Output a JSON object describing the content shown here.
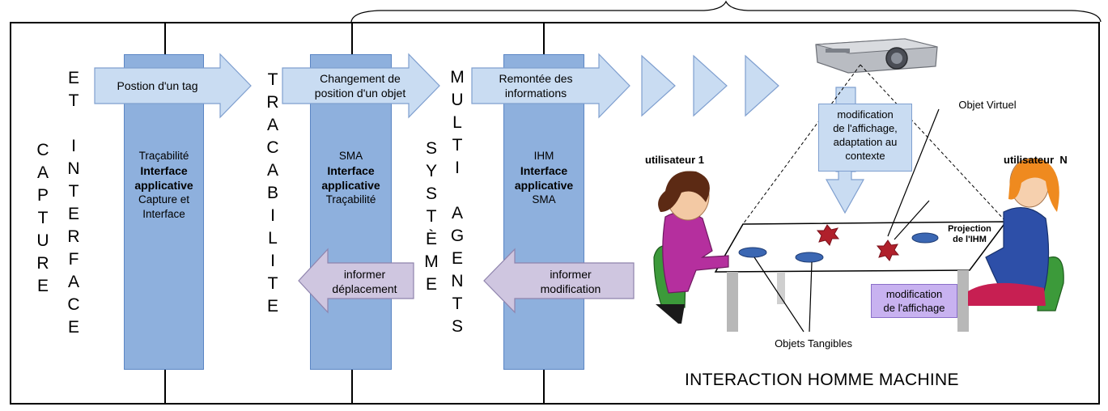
{
  "columns": {
    "capture": "C\nA\nP\nT\nU\nR\nE",
    "interface": "E\nT\n\nI\nN\nT\nE\nR\nF\nA\nC\nE",
    "tracabilite": "T\nR\nA\nC\nA\nB\nI\nL\nI\nT\nE",
    "systeme": "S\nY\nS\nT\nÈ\nM\nE",
    "multi_agents": "M\nU\nL\nT\nI\n\nA\nG\nE\nN\nT\nS"
  },
  "pillars": [
    {
      "title": "Traçabilité",
      "bold": "Interface applicative",
      "sub": "Capture et Interface"
    },
    {
      "title": "SMA",
      "bold": "Interface applicative",
      "sub": "Traçabilité"
    },
    {
      "title": "IHM",
      "bold": "Interface applicative",
      "sub": "SMA"
    }
  ],
  "arrows_right": [
    "Postion d'un tag",
    "Changement de\nposition d'un objet",
    "Remontée des\ninformations"
  ],
  "arrows_left": [
    "informer\ndéplacement",
    "informer\nmodification"
  ],
  "scene": {
    "display_change": "modification\nde l'affichage,\nadaptation au\ncontexte",
    "virtual_object": "Objet Virtuel",
    "user1": "utilisateur 1",
    "userN": "utilisateur  N",
    "projection": "Projection\nde l'IHM",
    "display_mod": "modification\nde l'affichage",
    "tangibles": "Objets Tangibles",
    "title": "INTERACTION HOMME MACHINE"
  },
  "colors": {
    "pillar": "#8eb0dd",
    "arrow_right": "#c9dcf2",
    "arrow_left": "#cfc6e0",
    "mod_box": "#c8b2f0"
  }
}
